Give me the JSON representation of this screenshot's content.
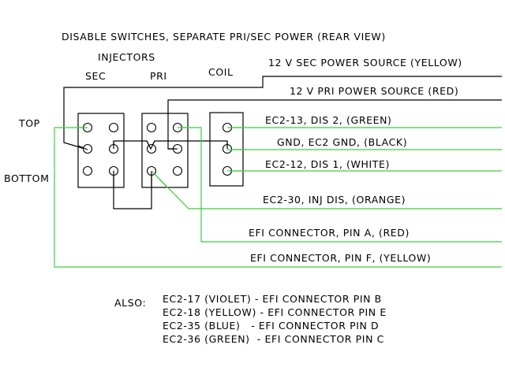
{
  "title": "DISABLE SWITCHES, SEPARATE PRI/SEC POWER (REAR VIEW)",
  "labels": {
    "injectors": "INJECTORS",
    "sec": "SEC",
    "pri": "PRI",
    "coil": "COIL",
    "top": "TOP",
    "bottom": "BOTTOM"
  },
  "colors": {
    "wire_black": "#000000",
    "wire_green": "#3ccf3c",
    "background": "#ffffff"
  },
  "wires": [
    {
      "id": "sec-power",
      "label": "12 V SEC POWER SOURCE (YELLOW)"
    },
    {
      "id": "pri-power",
      "label": "12 V PRI POWER SOURCE (RED)"
    },
    {
      "id": "ec2-13",
      "label": "EC2-13, DIS 2, (GREEN)"
    },
    {
      "id": "gnd",
      "label": "GND, EC2 GND, (BLACK)"
    },
    {
      "id": "ec2-12",
      "label": "EC2-12, DIS 1, (WHITE)"
    },
    {
      "id": "ec2-30",
      "label": "EC2-30, INJ DIS, (ORANGE)"
    },
    {
      "id": "efi-pin-a",
      "label": "EFI CONNECTOR, PIN A, (RED)"
    },
    {
      "id": "efi-pin-f",
      "label": "EFI CONNECTOR, PIN F, (YELLOW)"
    }
  ],
  "also": {
    "label": "ALSO:",
    "items": [
      "EC2-17 (VIOLET) - EFI CONNECTOR PIN B",
      "EC2-18 (YELLOW) - EFI CONNECTOR PIN E",
      "EC2-35 (BLUE)   - EFI CONNECTOR PIN D",
      "EC2-36 (GREEN)  - EFI CONNECTOR PIN C"
    ]
  }
}
